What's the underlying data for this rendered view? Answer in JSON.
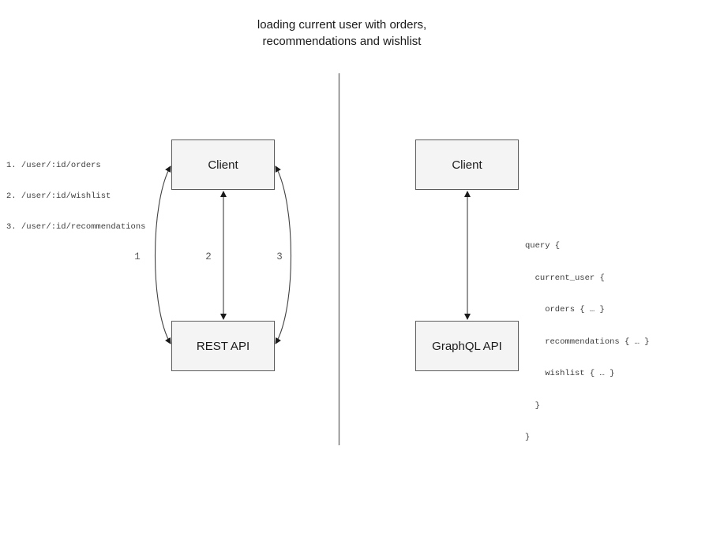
{
  "title": {
    "line1": "loading current user with orders,",
    "line2": "recommendations and wishlist"
  },
  "rest_panel": {
    "client_label": "Client",
    "api_label": "REST API",
    "endpoints": [
      "1. /user/:id/orders",
      "2. /user/:id/wishlist",
      "3. /user/:id/recommendations"
    ],
    "arrow_labels": [
      "1",
      "2",
      "3"
    ]
  },
  "graphql_panel": {
    "client_label": "Client",
    "api_label": "GraphQL API",
    "query_lines": [
      "query {",
      "  current_user {",
      "    orders { … }",
      "    recommendations { … }",
      "    wishlist { … }",
      "  }",
      "}"
    ]
  },
  "colors": {
    "box_fill": "#f4f4f4",
    "box_border": "#5b5b5b",
    "arrow": "#404040",
    "arrowhead": "#1a1a1a",
    "divider": "#737373",
    "label_text": "#595959",
    "code_text": "#3d3d3d",
    "title_text": "#1a1a1a"
  }
}
